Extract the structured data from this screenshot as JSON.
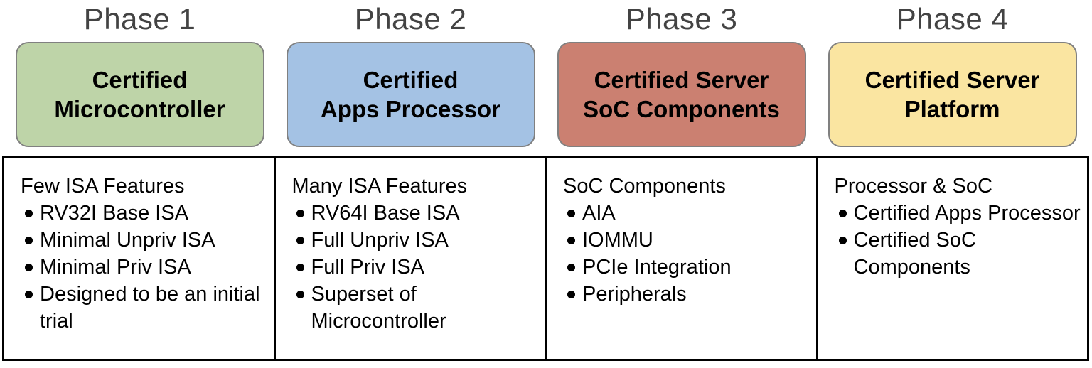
{
  "colors": {
    "phase1_box": "#bed4a8",
    "phase2_box": "#a4c2e4",
    "phase3_box": "#cb8071",
    "phase4_box": "#fae5a1",
    "box_border": "#808080",
    "heading_text": "#434343",
    "table_border": "#000000"
  },
  "phases": [
    {
      "heading": "Phase 1",
      "box_label": "Certified\nMicrocontroller",
      "box_color": "#bed4a8",
      "cell_title": "Few ISA Features",
      "bullets": [
        "RV32I Base ISA",
        "Minimal Unpriv ISA",
        "Minimal Priv ISA",
        "Designed to be an initial trial"
      ]
    },
    {
      "heading": "Phase 2",
      "box_label": "Certified\nApps Processor",
      "box_color": "#a4c2e4",
      "cell_title": "Many ISA Features",
      "bullets": [
        "RV64I Base ISA",
        "Full Unpriv ISA",
        "Full Priv ISA",
        "Superset of Microcontroller"
      ]
    },
    {
      "heading": "Phase 3",
      "box_label": "Certified Server\nSoC Components",
      "box_color": "#cb8071",
      "cell_title": "SoC Components",
      "bullets": [
        "AIA",
        "IOMMU",
        "PCIe Integration",
        "Peripherals"
      ]
    },
    {
      "heading": "Phase 4",
      "box_label": "Certified Server\nPlatform",
      "box_color": "#fae5a1",
      "cell_title": "Processor & SoC",
      "bullets": [
        "Certified Apps Processor",
        "Certified SoC Components"
      ]
    }
  ]
}
